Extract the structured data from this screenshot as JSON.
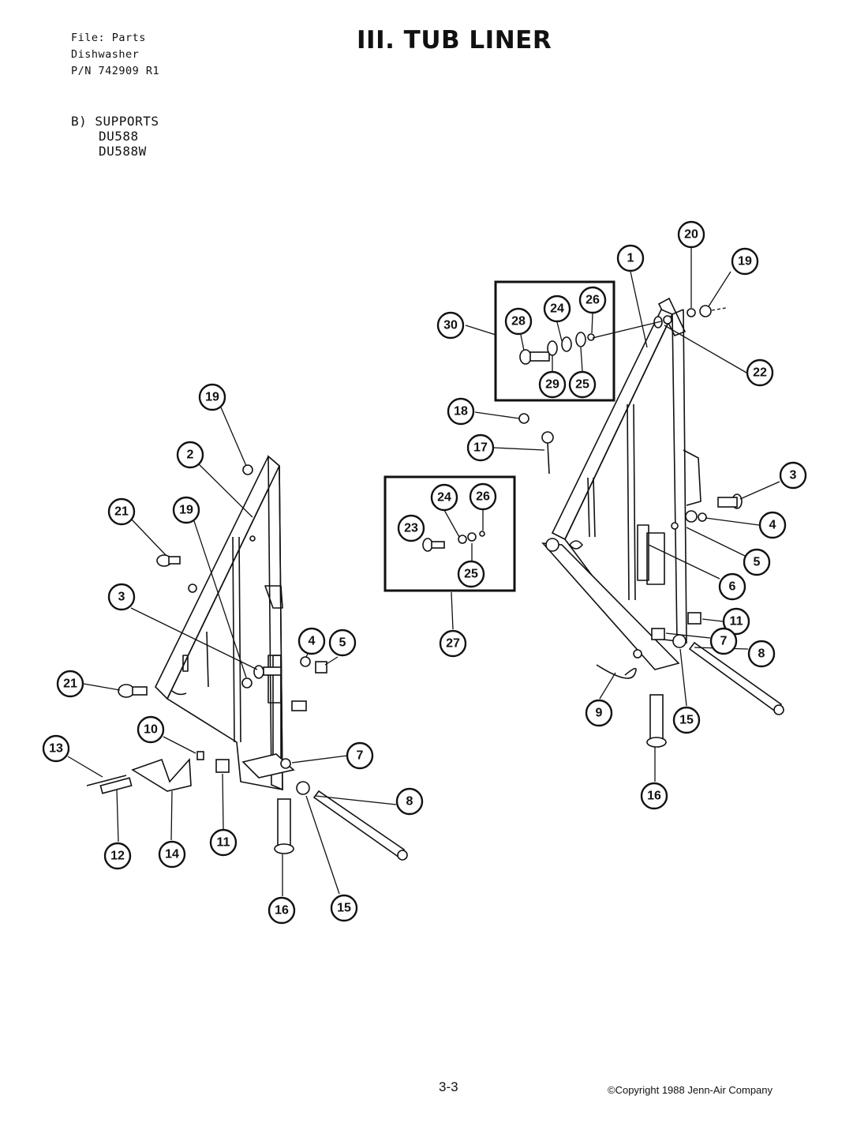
{
  "header": {
    "file_line": "File: Parts",
    "product_line": "Dishwasher",
    "part_number_line": "P/N 742909 R1",
    "title": "III. TUB LINER"
  },
  "section": {
    "heading": "B) SUPPORTS",
    "models": [
      "DU588",
      "DU588W"
    ]
  },
  "footer": {
    "page_number": "3-3",
    "copyright": "©Copyright 1988 Jenn-Air Company"
  },
  "callouts": [
    {
      "id": "left-19-top",
      "label": "19"
    },
    {
      "id": "left-2",
      "label": "2"
    },
    {
      "id": "left-21-top",
      "label": "21"
    },
    {
      "id": "left-19-mid",
      "label": "19"
    },
    {
      "id": "left-3",
      "label": "3"
    },
    {
      "id": "left-4",
      "label": "4"
    },
    {
      "id": "left-5",
      "label": "5"
    },
    {
      "id": "left-21-low",
      "label": "21"
    },
    {
      "id": "left-10",
      "label": "10"
    },
    {
      "id": "left-7",
      "label": "7"
    },
    {
      "id": "left-13",
      "label": "13"
    },
    {
      "id": "left-8",
      "label": "8"
    },
    {
      "id": "left-12",
      "label": "12"
    },
    {
      "id": "left-14",
      "label": "14"
    },
    {
      "id": "left-11",
      "label": "11"
    },
    {
      "id": "left-16",
      "label": "16"
    },
    {
      "id": "left-15",
      "label": "15"
    },
    {
      "id": "right-20",
      "label": "20"
    },
    {
      "id": "right-1",
      "label": "1"
    },
    {
      "id": "right-19",
      "label": "19"
    },
    {
      "id": "right-30",
      "label": "30"
    },
    {
      "id": "right-28",
      "label": "28"
    },
    {
      "id": "right-24-top",
      "label": "24"
    },
    {
      "id": "right-26-top",
      "label": "26"
    },
    {
      "id": "right-29",
      "label": "29"
    },
    {
      "id": "right-25-top",
      "label": "25"
    },
    {
      "id": "right-22",
      "label": "22"
    },
    {
      "id": "right-18",
      "label": "18"
    },
    {
      "id": "right-17",
      "label": "17"
    },
    {
      "id": "right-24-mid",
      "label": "24"
    },
    {
      "id": "right-26-mid",
      "label": "26"
    },
    {
      "id": "right-23",
      "label": "23"
    },
    {
      "id": "right-25-mid",
      "label": "25"
    },
    {
      "id": "right-27",
      "label": "27"
    },
    {
      "id": "right-3",
      "label": "3"
    },
    {
      "id": "right-4",
      "label": "4"
    },
    {
      "id": "right-5",
      "label": "5"
    },
    {
      "id": "right-6",
      "label": "6"
    },
    {
      "id": "right-11",
      "label": "11"
    },
    {
      "id": "right-7",
      "label": "7"
    },
    {
      "id": "right-8",
      "label": "8"
    },
    {
      "id": "right-9",
      "label": "9"
    },
    {
      "id": "right-15",
      "label": "15"
    },
    {
      "id": "right-16",
      "label": "16"
    }
  ]
}
